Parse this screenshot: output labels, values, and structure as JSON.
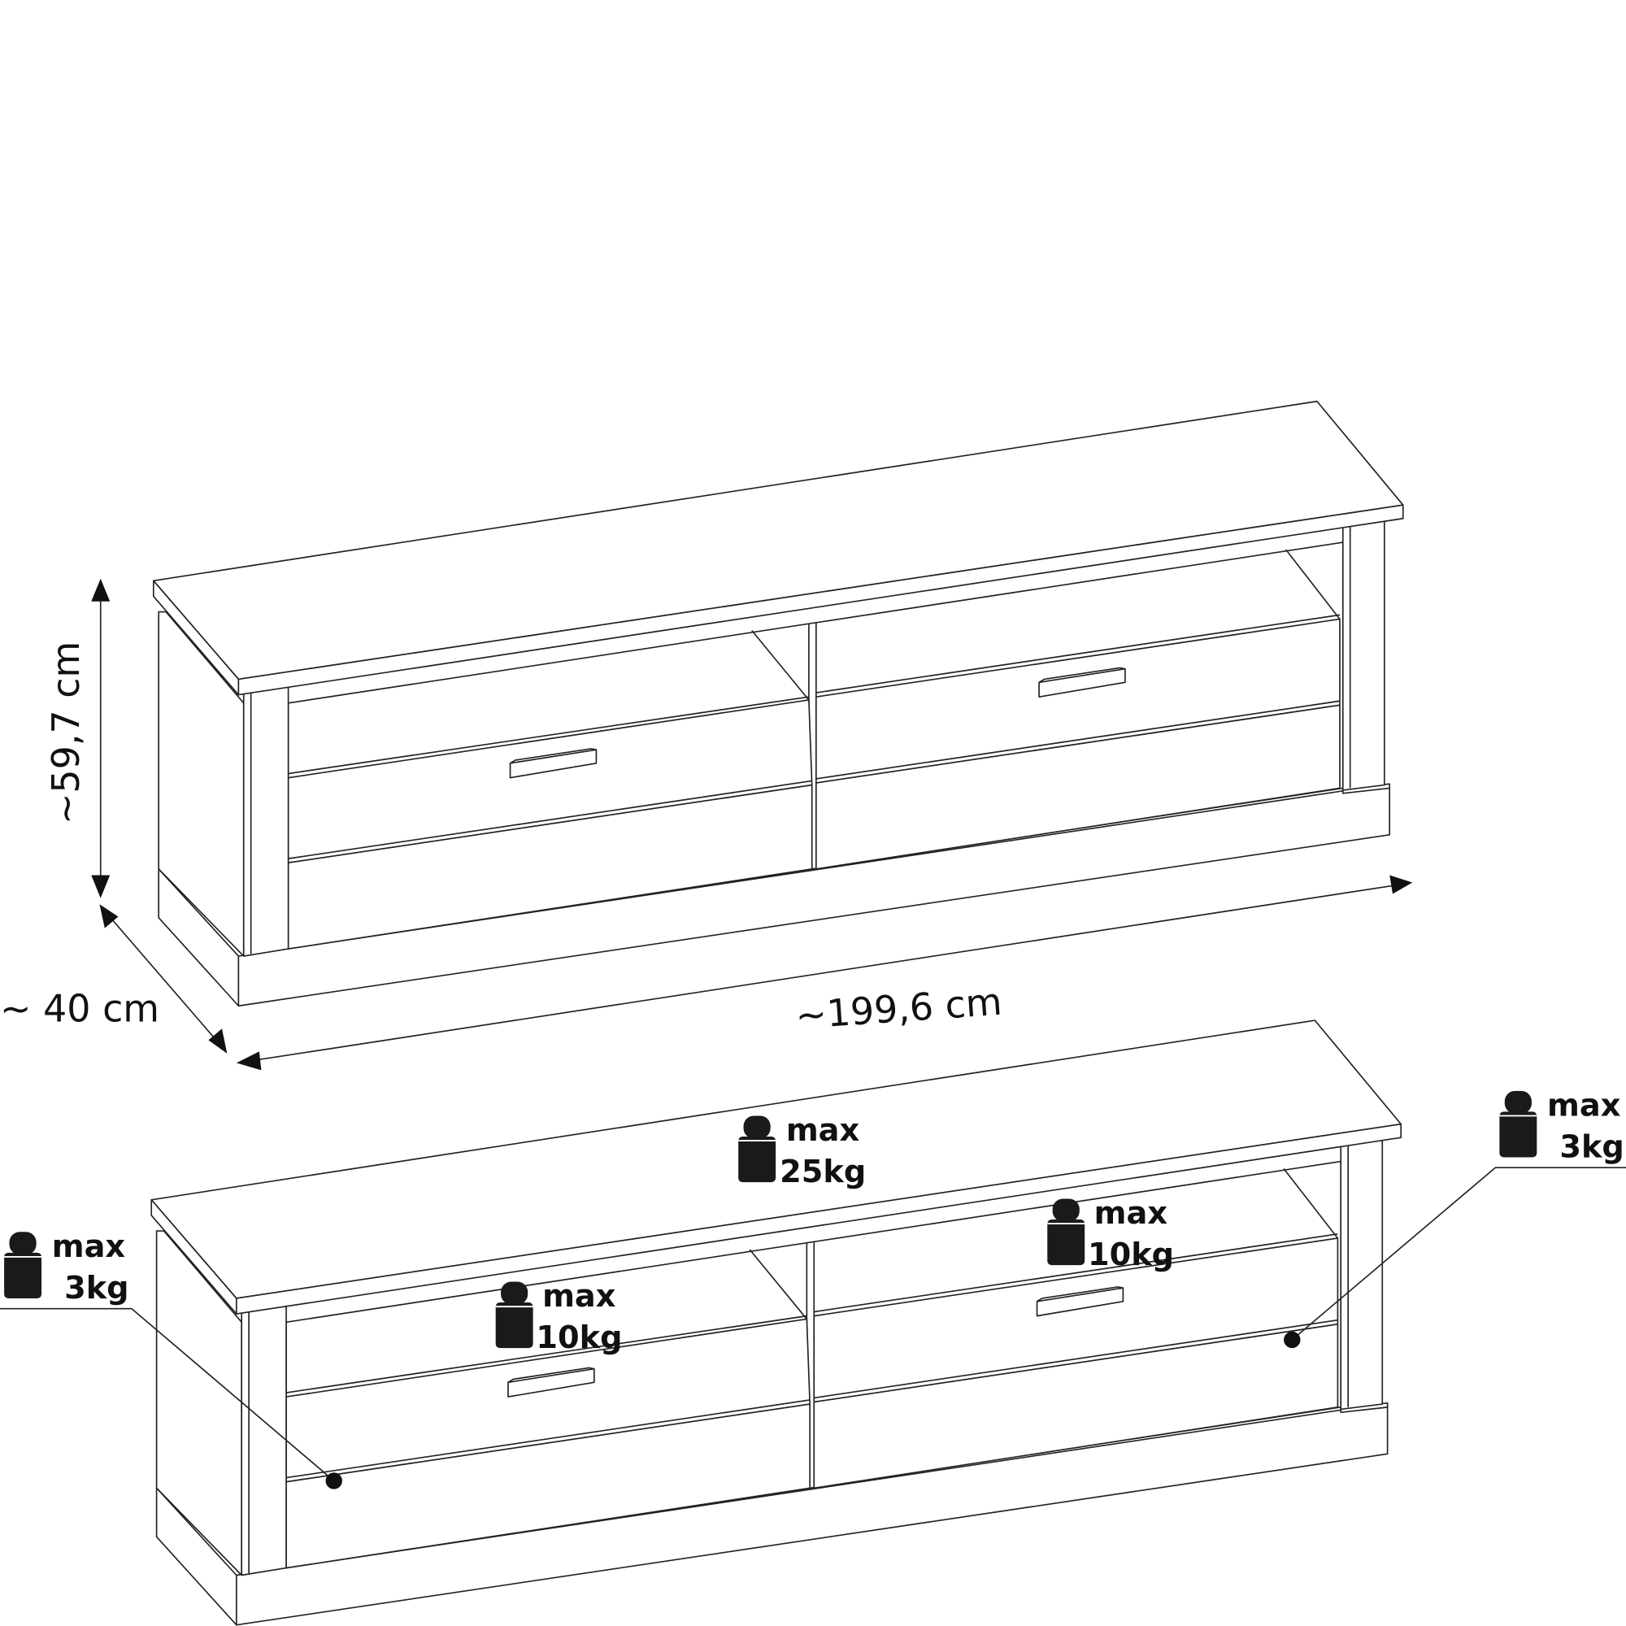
{
  "dimensions": {
    "height": "~59,7 cm",
    "depth": "~ 40 cm",
    "width": "~199,6 cm"
  },
  "load_limits": [
    {
      "id": "top",
      "line1": "max",
      "line2": "25kg"
    },
    {
      "id": "left-shelf",
      "line1": "max",
      "line2": "10kg"
    },
    {
      "id": "right-shelf",
      "line1": "max",
      "line2": "10kg"
    },
    {
      "id": "left-drawer",
      "line1": "max",
      "line2": "3kg"
    },
    {
      "id": "right-drawer",
      "line1": "max",
      "line2": "3kg"
    }
  ],
  "colors": {
    "ink": "#111111",
    "background": "#ffffff"
  }
}
